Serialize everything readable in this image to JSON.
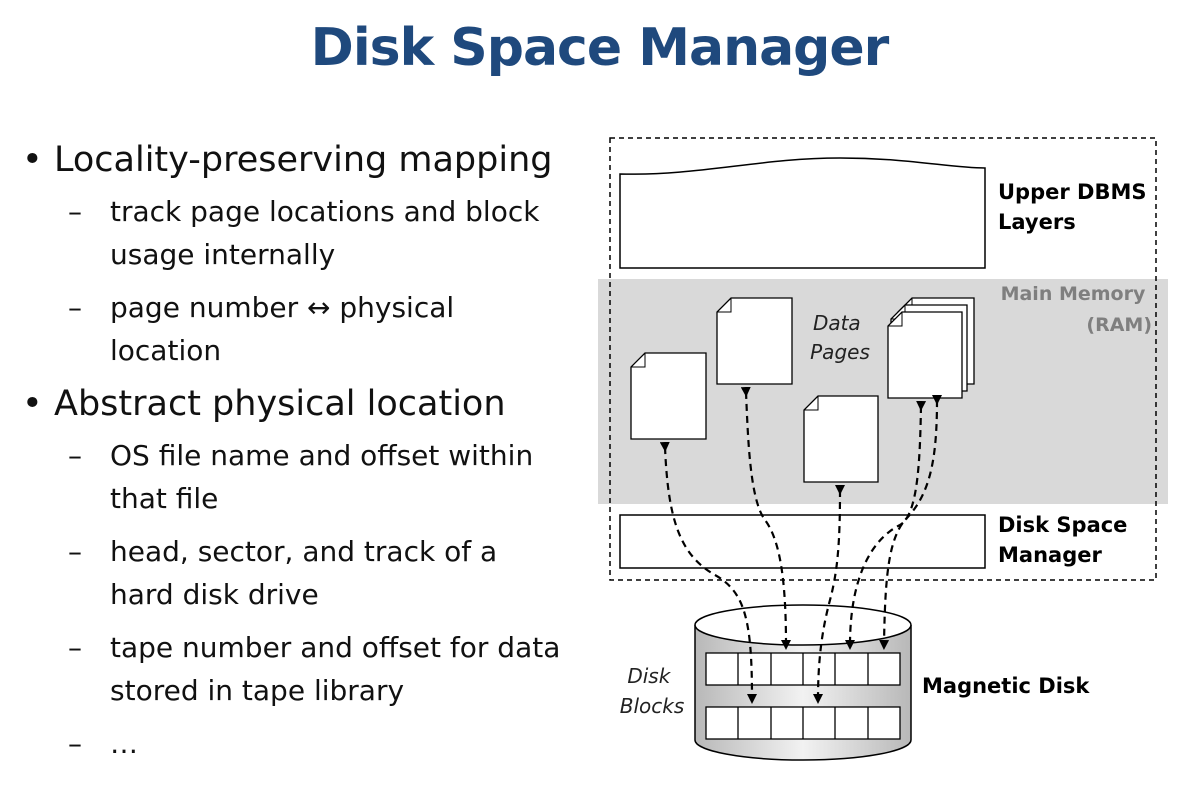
{
  "title": "Disk Space Manager",
  "bullets": [
    {
      "text": "Locality-preserving mapping",
      "sub": [
        {
          "line1": "track page locations and block",
          "line2": "usage internally"
        },
        {
          "line1": "page number ↔ physical",
          "line2": "location"
        }
      ]
    },
    {
      "text": "Abstract physical location",
      "sub": [
        {
          "line1": "OS file name and offset within",
          "line2": "that file"
        },
        {
          "line1": "head, sector, and track of a",
          "line2": "hard disk drive"
        },
        {
          "line1": "tape number and offset for data",
          "line2": "stored in tape library"
        },
        {
          "line1": "…",
          "line2": ""
        }
      ]
    }
  ],
  "diagram": {
    "upper_layers": {
      "line1": "Upper DBMS",
      "line2": "Layers"
    },
    "main_memory": {
      "line1": "Main Memory",
      "line2": "(RAM)"
    },
    "data_pages": {
      "line1": "Data",
      "line2": "Pages"
    },
    "disk_space_manager": {
      "line1": "Disk Space",
      "line2": "Manager"
    },
    "magnetic_disk": "Magnetic Disk",
    "disk_blocks": {
      "line1": "Disk",
      "line2": "Blocks"
    }
  },
  "colors": {
    "title": "#1f497d",
    "memory_band": "#d9d9d9",
    "memory_label": "#7f7f7f"
  }
}
